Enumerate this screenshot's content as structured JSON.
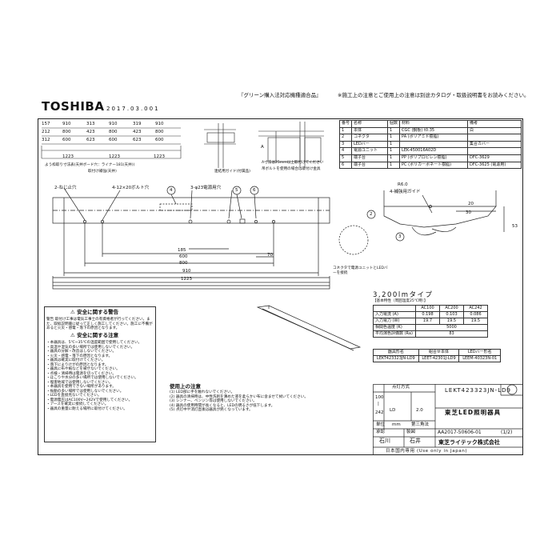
{
  "header": {
    "green_note": "『グリーン購入法対応機種適合品』",
    "caution_note": "※施工上の注意とご使用上の注意は別途カタログ・取扱説明書をお読みください。",
    "brand": "TOSHIBA",
    "date": "2017.03.001"
  },
  "dim_table": {
    "rows": [
      [
        "157",
        "910",
        "313",
        "910",
        "319",
        "910"
      ],
      [
        "212",
        "800",
        "423",
        "800",
        "423",
        "800"
      ],
      [
        "312",
        "600",
        "623",
        "600",
        "623",
        "600"
      ]
    ],
    "bottom": [
      "1223",
      "1223",
      "1223"
    ],
    "note1": "よう枠取り寸法表(天井ボード穴：ライナー181(天井))",
    "note2": "取付け補強(天井)"
  },
  "detail_labels": {
    "guide": "連結用ガイド(付属品)",
    "wire_note": "A寸法は25mm以上取付けてください",
    "bolt_note": "吊ボルトを使用の場合は取付け金具",
    "a": "A"
  },
  "parts": {
    "header": [
      "番号",
      "名称",
      "個数",
      "材料",
      "備考"
    ],
    "rows": [
      [
        "1",
        "本体",
        "1",
        "CGC (鋼板) t0.35",
        "白"
      ],
      [
        "2",
        "コネクタ",
        "1",
        "PA (ポリアミド樹脂)",
        ""
      ],
      [
        "3",
        "LEDバー",
        "1",
        "",
        "集合カバー"
      ],
      [
        "4",
        "電源ユニット",
        "1",
        "LEK-450016A02D",
        ""
      ],
      [
        "5",
        "端子台",
        "1",
        "PP (ポリプロピレン樹脂)",
        "DFC-3629"
      ],
      [
        "6",
        "端子台",
        "1",
        "PC (ポリカーボネート樹脂)",
        "DFC-3625 (電源用)"
      ]
    ]
  },
  "main_view": {
    "hole_label": "2-ねじ止穴",
    "slot_label": "4-12×20ボルト穴",
    "knock_label": "3-φ23電源用穴",
    "callout_4": "4",
    "callout_5": "5",
    "callout_6": "6",
    "dim_600": "600",
    "dim_185": "185",
    "dim_70": "70",
    "dim_800": "800",
    "dim_910": "910",
    "dim_1223": "1223"
  },
  "side_view": {
    "radius": "R6.0",
    "hole_label": "4-補強用ガイド",
    "callout_2": "2",
    "callout_3": "3",
    "dim_20": "20",
    "dim_30": "30",
    "dim_53": "53",
    "connector_note": "コネクタで電源ユニットとLEDバーを接続"
  },
  "spec": {
    "lumen_type": "3,200lmタイプ",
    "table_title": "【基本特性（周囲温度25℃時）】",
    "cols": [
      "",
      "AC100",
      "AC200",
      "AC242"
    ],
    "rows": [
      [
        "入力電流 (A)",
        "0.198",
        "0.103",
        "0.086"
      ],
      [
        "入力電力 (W)",
        "19.7",
        "19.5",
        "19.5"
      ],
      [
        "相関色温度 (K)",
        "",
        "5000",
        ""
      ],
      [
        "平均演色評価数 (Ra)",
        "",
        "83",
        ""
      ]
    ],
    "combo_header": [
      "器具形名",
      "組合せ本体",
      "LEDバー形名"
    ],
    "combo_row": [
      "LEKT423323JN-LD9",
      "LEET-42301J-LD9",
      "LEEM-40323N-01"
    ]
  },
  "warning": {
    "header": "安全に関する警告",
    "warn_text": "警告 取付け工事は電気工事士の有資格者が行ってください。また、取扱説明書に従って正しく施工してください。施工に不備があると火災・感電・落下の原因となります。",
    "caution_header": "安全に関する注意",
    "caution_lines": [
      "・本器具は、5℃~35℃の温度範囲で使用してください。",
      "・高温や湿気の多い場所では使用しないでください。",
      "・器具の分解・改造はしないでください。",
      "・火災・感電・落下の原因となります。",
      "・器具は確実に取付けてください。",
      "・落下によりけがの原因となります。",
      "・器具に布や紙などを被せないでください。",
      "・点検・清掃時は電源を切ってください。",
      "・ほこりや水分の多い場所では使用しないでください。",
      "・塩害地域では使用しないでください。",
      "・本器具を使用できない場所があります。",
      "・振動の多い場所では使用しないでください。",
      "・LEDを直接見ないでください。",
      "・電源電圧はAC100V~242Vで使用してください。",
      "・アースを確実に接続してください。",
      "・器具の重量に耐える場所に取付けてください。"
    ]
  },
  "usage": {
    "header": "使用上の注意",
    "lines": [
      "(1) LED部に手を触れないでください。",
      "(2) 器具の清掃時は、中性洗剤を薄めた液を柔らかい布に含ませて拭いてください。",
      "(3) シンナー、ベンジン等は使用しないでください。",
      "(4) 器具の使用時間が長くなると、LEDの明るさが低下します。",
      "(5) 点灯中や消灯直後は器具が熱くなっています。"
    ]
  },
  "title_block": {
    "scale_header": "点灯方式",
    "scale_val": "LD",
    "weight": "2.0",
    "unit": "単位",
    "unit_val": "mm",
    "angle": "第三角法",
    "volt_1": "100",
    "volt_2": "242",
    "model": "LEKT423323JN-LD9",
    "product": "東芝LED照明器具",
    "approve_label": "承認",
    "draw_label": "製図",
    "approve": "石川",
    "draw": "石井",
    "drawing_no": "AA2017-50606-01",
    "page": "(1/2)",
    "company": "東芝ライテック株式会社",
    "domestic": "日本国内専用 (Use only in Japan)"
  }
}
